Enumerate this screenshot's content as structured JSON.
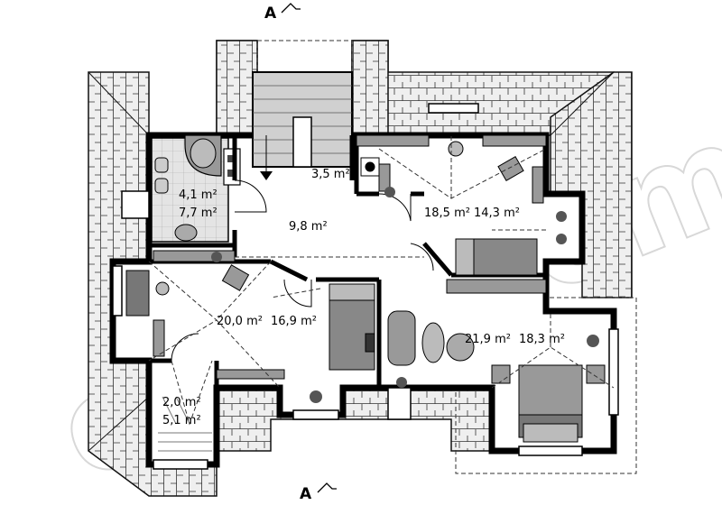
{
  "plan": {
    "section_markers": [
      {
        "id": "top",
        "label": "A"
      },
      {
        "id": "bottom",
        "label": "A"
      }
    ],
    "watermark": "extradom",
    "areas": [
      {
        "id": "stairs",
        "label": "3,5 m²"
      },
      {
        "id": "bath-1",
        "label": "4,1 m²"
      },
      {
        "id": "bath-2",
        "label": "7,7 m²"
      },
      {
        "id": "hall",
        "label": "9,8 m²"
      },
      {
        "id": "room-ne-1",
        "label": "14,3 m²"
      },
      {
        "id": "room-ne-2",
        "label": "18,5 m²"
      },
      {
        "id": "room-w-1",
        "label": "16,9 m²"
      },
      {
        "id": "room-w-2",
        "label": "20,0 m²"
      },
      {
        "id": "room-se-1",
        "label": "18,3 m²"
      },
      {
        "id": "room-se-2",
        "label": "21,9 m²"
      },
      {
        "id": "closet-1",
        "label": "2,0 m²"
      },
      {
        "id": "closet-2",
        "label": "5,1 m²"
      }
    ]
  }
}
